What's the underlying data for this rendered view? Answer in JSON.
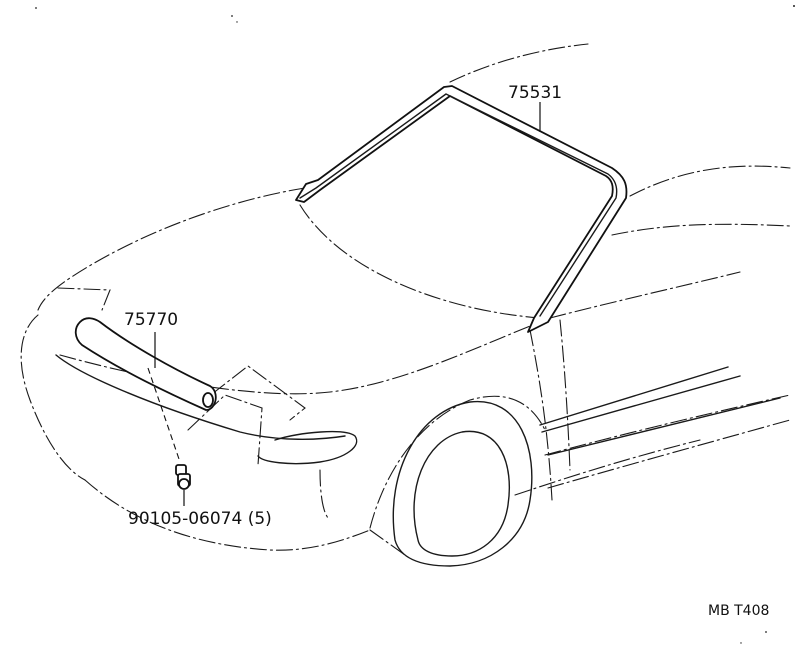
{
  "parts": {
    "windshield_molding": {
      "number": "75531"
    },
    "hood_front_molding": {
      "number": "75770"
    },
    "clip": {
      "number": "90105-06074 (5)"
    }
  },
  "diagram_code": "MB T408"
}
